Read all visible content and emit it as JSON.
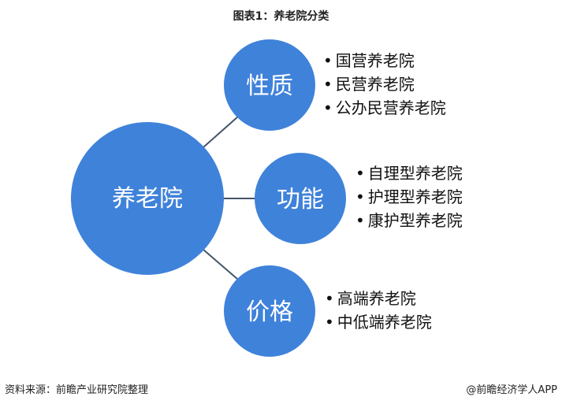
{
  "title": "图表1：养老院分类",
  "colors": {
    "node": "#3f82da",
    "line": "#44546a"
  },
  "center": "养老院",
  "branches": [
    {
      "label": "性质",
      "items": [
        "国营养老院",
        "民营养老院",
        "公办民营养老院"
      ]
    },
    {
      "label": "功能",
      "items": [
        "自理型养老院",
        "护理型养老院",
        "康护型养老院"
      ]
    },
    {
      "label": "价格",
      "items": [
        "高端养老院",
        "中低端养老院"
      ]
    }
  ],
  "footer": {
    "source": "资料来源：前瞻产业研究院整理",
    "brand": "@前瞻经济学人APP"
  }
}
